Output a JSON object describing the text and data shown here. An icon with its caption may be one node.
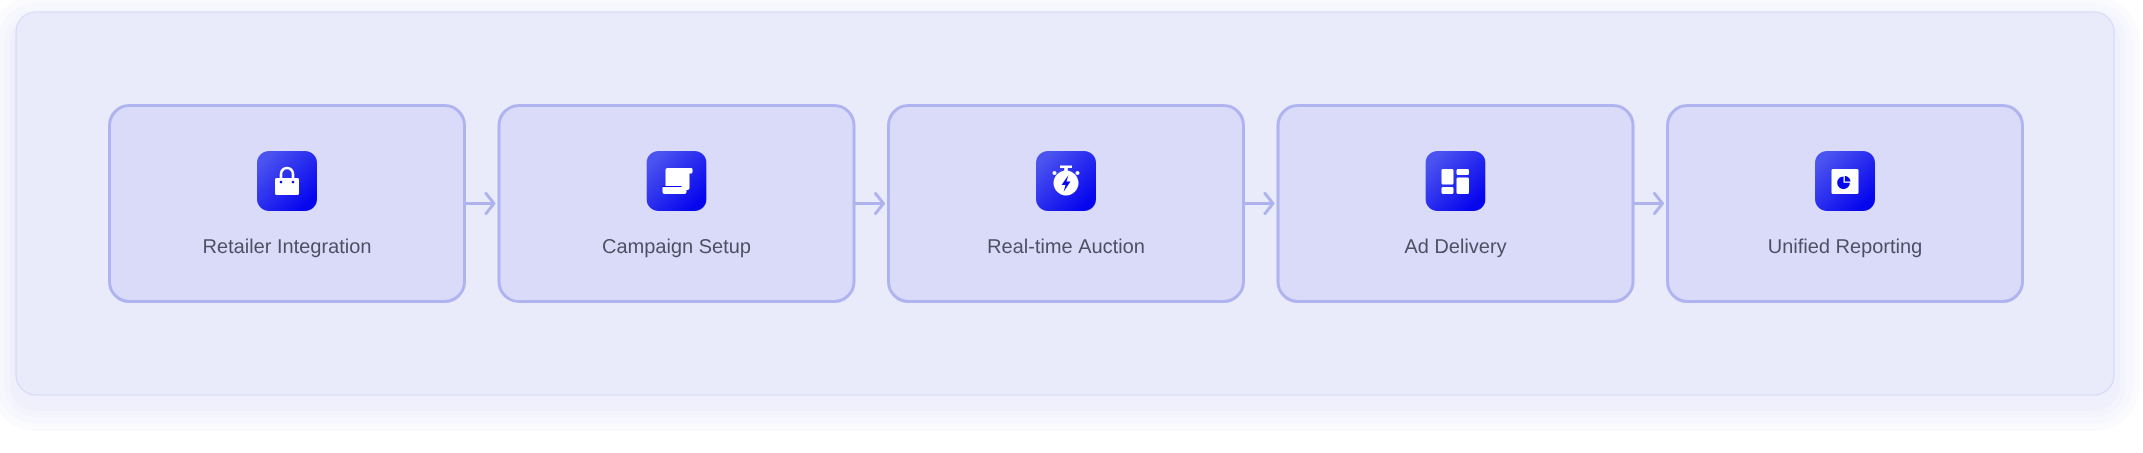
{
  "diagram": {
    "nodes": [
      {
        "text": [
          "Retailer Integration"
        ]
      },
      {
        "text": [
          "Campaign Setup"
        ]
      },
      {
        "text": [
          "Real-time Auction"
        ]
      },
      {
        "text": [
          "Ad Delivery"
        ]
      },
      {
        "text": [
          "Unified Reporting"
        ]
      }
    ],
    "edges": [
      {
        "from": 0,
        "to": 1,
        "arrow": "to"
      },
      {
        "from": 1,
        "to": 2,
        "arrow": "to"
      },
      {
        "from": 2,
        "to": 3,
        "arrow": "to"
      },
      {
        "from": 3,
        "to": 4,
        "arrow": "to"
      }
    ]
  }
}
